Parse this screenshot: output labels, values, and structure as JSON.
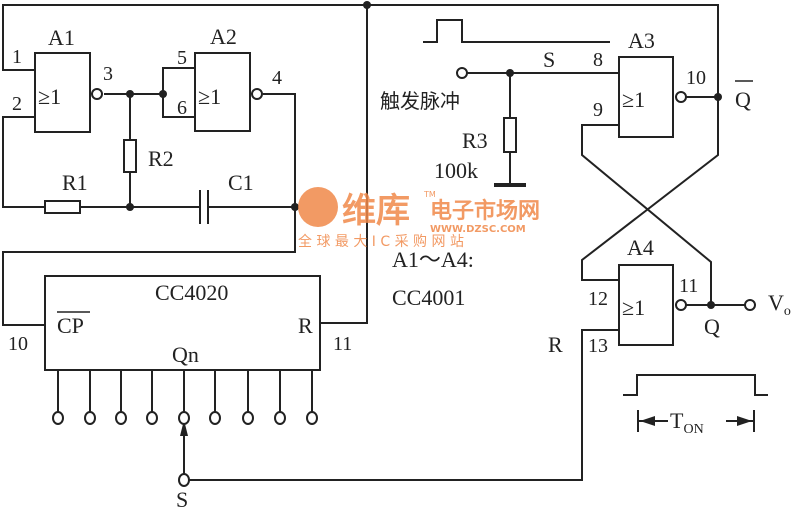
{
  "gates": {
    "a1": {
      "label": "A1",
      "symbol": "≥1",
      "pin_in1": "1",
      "pin_in2": "2",
      "pin_out": "3"
    },
    "a2": {
      "label": "A2",
      "symbol": "≥1",
      "pin_in1": "5",
      "pin_in2": "6",
      "pin_out": "4"
    },
    "a3": {
      "label": "A3",
      "symbol": "≥1",
      "pin_in1": "8",
      "pin_in2": "9",
      "pin_out": "10"
    },
    "a4": {
      "label": "A4",
      "symbol": "≥1",
      "pin_in1": "12",
      "pin_in2": "13",
      "pin_out": "11"
    }
  },
  "components": {
    "r1": "R1",
    "r2": "R2",
    "c1": "C1",
    "r3": "R3",
    "r3_value": "100k"
  },
  "counter": {
    "name": "CC4020",
    "clock": "CP",
    "reset": "R",
    "output": "Qn",
    "pin_clock": "10",
    "pin_reset": "11"
  },
  "labels": {
    "trigger": "触发脉冲",
    "set": "S",
    "set_bottom": "S",
    "reset": "R",
    "q_bar": "Q",
    "q": "Q",
    "vo_main": "V",
    "vo_sub": "o",
    "gates_note": "A1～A4:",
    "gates_chip": "CC4001",
    "ton_main": "T",
    "ton_sub": "ON"
  },
  "watermark": {
    "brand": "维库",
    "tm": "TM",
    "title": "电子市场网",
    "url": "WWW.DZSC.COM",
    "slogan": "全 球 最 大 I C 采 购 网 站"
  },
  "colors": {
    "line": "#222222",
    "watermark": "#f0894a"
  }
}
